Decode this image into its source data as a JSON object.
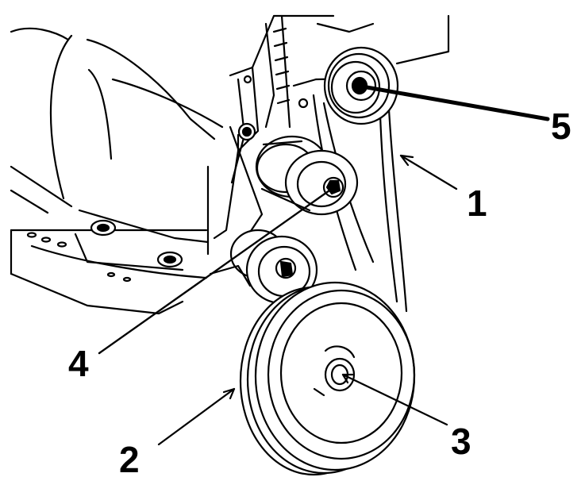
{
  "diagram": {
    "labels": {
      "belt": "1",
      "drive_pulley": "2",
      "pulley_center": "3",
      "tensioner": "4",
      "top_pulley_bolt": "5"
    },
    "colors": {
      "line": "#000000",
      "background": "#ffffff"
    }
  }
}
